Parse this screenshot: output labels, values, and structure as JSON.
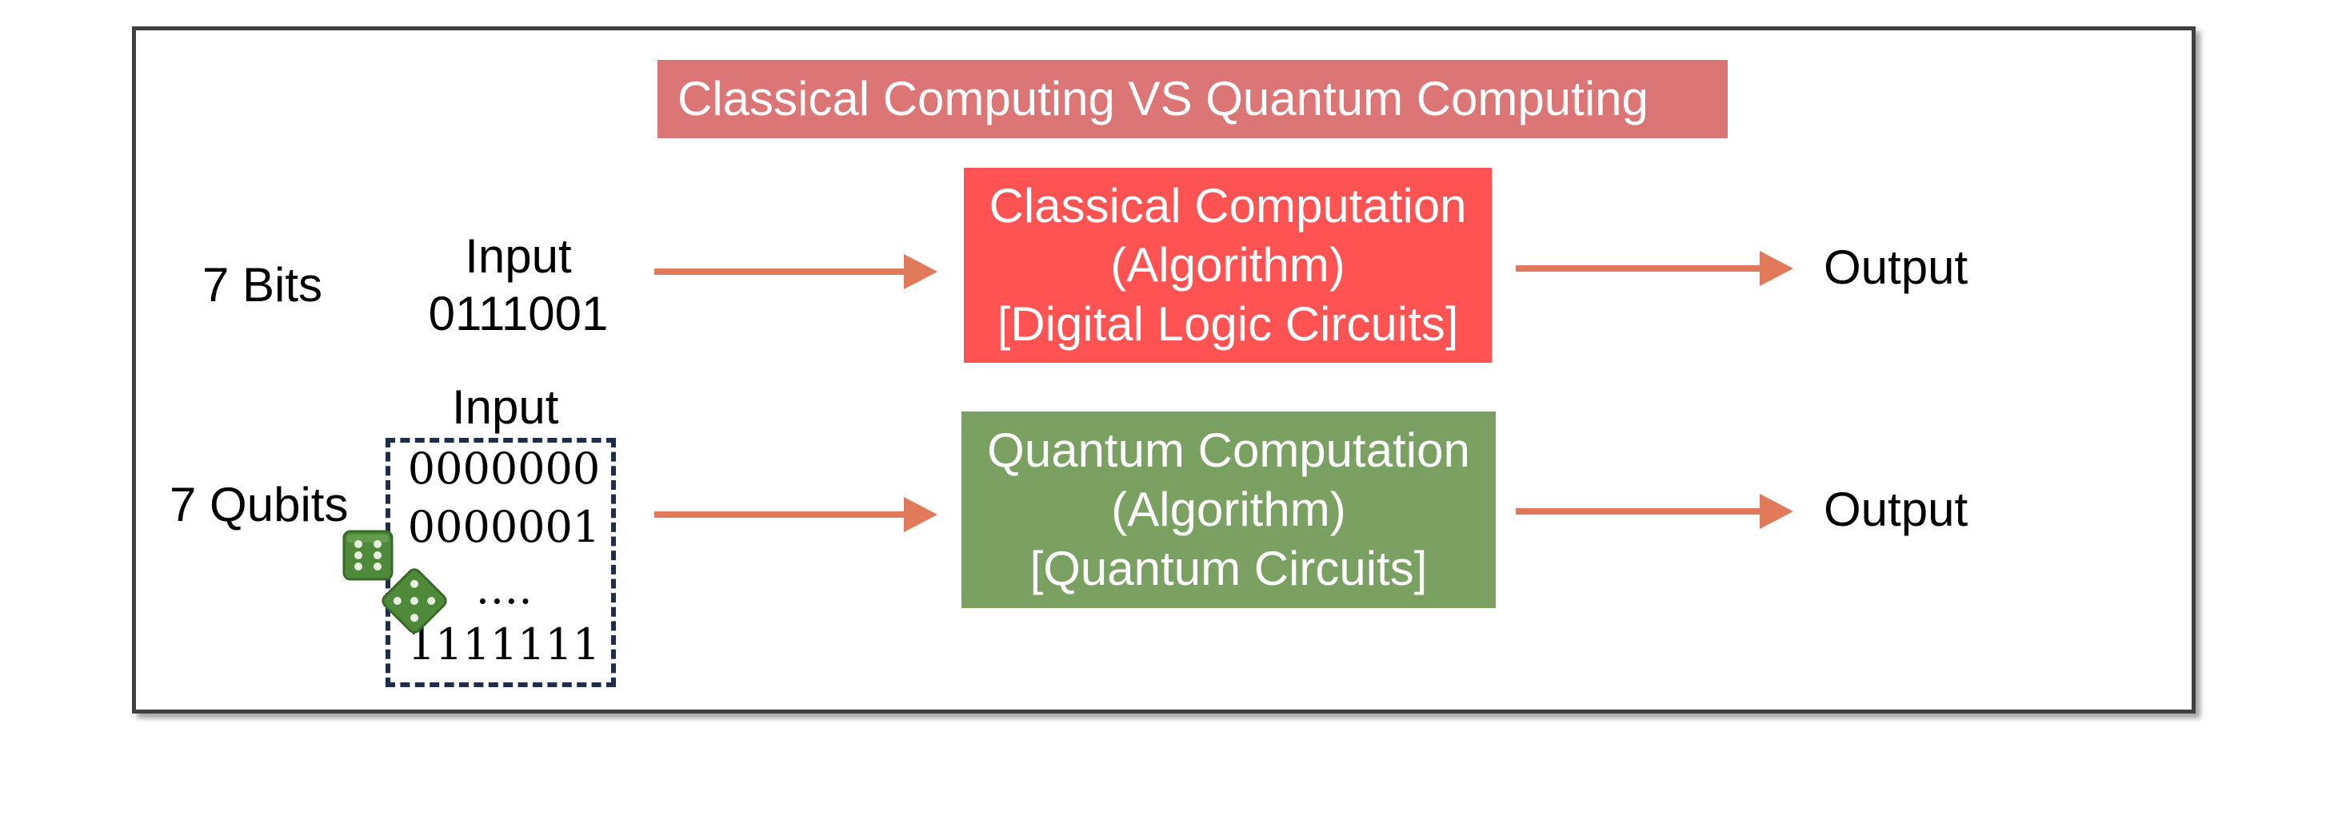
{
  "title": "Classical Computing VS Quantum Computing",
  "classical_row": {
    "register_label": "7 Bits",
    "input_label": "Input",
    "input_value": "0111001",
    "box_lines": [
      "Classical Computation",
      "(Algorithm)",
      "[Digital Logic Circuits]"
    ],
    "output_label": "Output"
  },
  "quantum_row": {
    "register_label": "7 Qubits",
    "input_label": "Input",
    "states": [
      "0000000",
      "0000001",
      "….",
      "1111111"
    ],
    "box_lines": [
      "Quantum Computation",
      "(Algorithm)",
      "[Quantum Circuits]"
    ],
    "output_label": "Output"
  },
  "colors": {
    "title_fill": "#dc7676",
    "classical_fill": "#ff5252",
    "quantum_fill": "#7aa162",
    "arrow": "#e07a5a",
    "dashed_border": "#1f2d4d",
    "dice": "#4f8a3a"
  },
  "icons": [
    "dice-icon",
    "dice-icon"
  ]
}
